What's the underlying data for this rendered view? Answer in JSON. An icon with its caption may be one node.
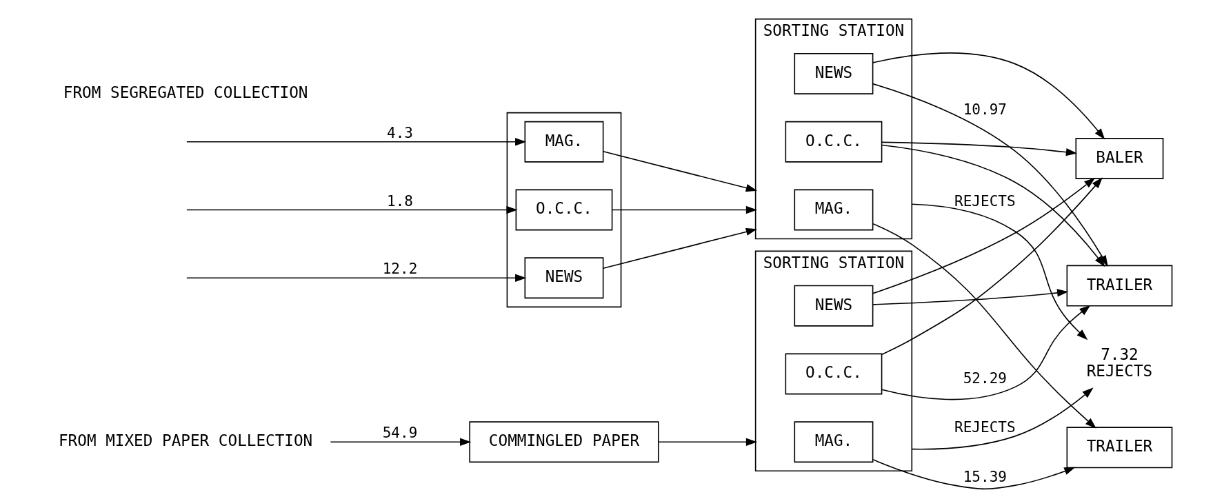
{
  "diagram": {
    "nodes": [
      {
        "text": [
          "FROM MIXED PAPER COLLECTION"
        ]
      },
      {
        "text": [
          "COMMINGLED PAPER"
        ]
      },
      {
        "text": [
          "SORTING STATION"
        ]
      },
      {
        "text": [
          "O.C.C."
        ],
        "in": 2
      },
      {
        "text": [
          "MAG."
        ],
        "in": 2
      },
      {
        "text": [
          "NEWS"
        ],
        "in": 2
      },
      {
        "text": [
          "7.32",
          "REJECTS"
        ]
      },
      {
        "text": [],
        "shape": "box"
      },
      {
        "text": [
          "O.C.C."
        ],
        "in": 7
      },
      {
        "text": [
          "NEWS"
        ],
        "in": 7
      },
      {
        "text": [
          "MAG."
        ],
        "in": 7
      },
      {
        "text": [
          "SORTING STATION"
        ]
      },
      {
        "text": [
          "O.C.C."
        ],
        "in": 11
      },
      {
        "text": [
          "MAG."
        ],
        "in": 11
      },
      {
        "text": [
          "NEWS"
        ],
        "in": 11
      },
      {
        "text": [
          "TRAILER"
        ]
      },
      {
        "text": [
          "BALER"
        ]
      },
      {
        "text": [
          "TRAILER"
        ]
      }
    ],
    "edges": [
      {
        "from": 0,
        "to": 1,
        "arrow": "to",
        "label": "54.9"
      },
      {
        "from": 1,
        "to": 2,
        "arrow": "to"
      },
      {
        "from": 2,
        "to": 6,
        "arrow": "to",
        "label": "REJECTS"
      },
      {
        "from": null,
        "to": 8,
        "arrow": "to",
        "label": "1.8"
      },
      {
        "from": null,
        "to": 9,
        "arrow": "to",
        "label": "12.2"
      },
      {
        "from": null,
        "to": 10,
        "arrow": "to",
        "label": "4.3"
      },
      {
        "from": 8,
        "to": 11,
        "arrow": "to"
      },
      {
        "from": 9,
        "to": 11,
        "arrow": "to"
      },
      {
        "from": 10,
        "to": 11,
        "arrow": "to"
      },
      {
        "from": 11,
        "to": 6,
        "arrow": "to",
        "label": "REJECTS"
      },
      {
        "from": 3,
        "to": 15,
        "arrow": "to",
        "label": "52.29"
      },
      {
        "from": 3,
        "to": 16,
        "arrow": "to"
      },
      {
        "from": 12,
        "to": 15,
        "arrow": "to"
      },
      {
        "from": 12,
        "to": 16,
        "arrow": "to"
      },
      {
        "from": 5,
        "to": 15,
        "arrow": "to"
      },
      {
        "from": 5,
        "to": 16,
        "arrow": "to"
      },
      {
        "from": 14,
        "to": 15,
        "arrow": "to",
        "label": "10.97"
      },
      {
        "from": 14,
        "to": 16,
        "arrow": "to"
      },
      {
        "from": 4,
        "to": 17,
        "arrow": "to",
        "label": "15.39"
      },
      {
        "from": 13,
        "to": 17,
        "arrow": "to"
      }
    ],
    "labels": [
      "FROM SEGREGATED COLLECTION"
    ]
  }
}
